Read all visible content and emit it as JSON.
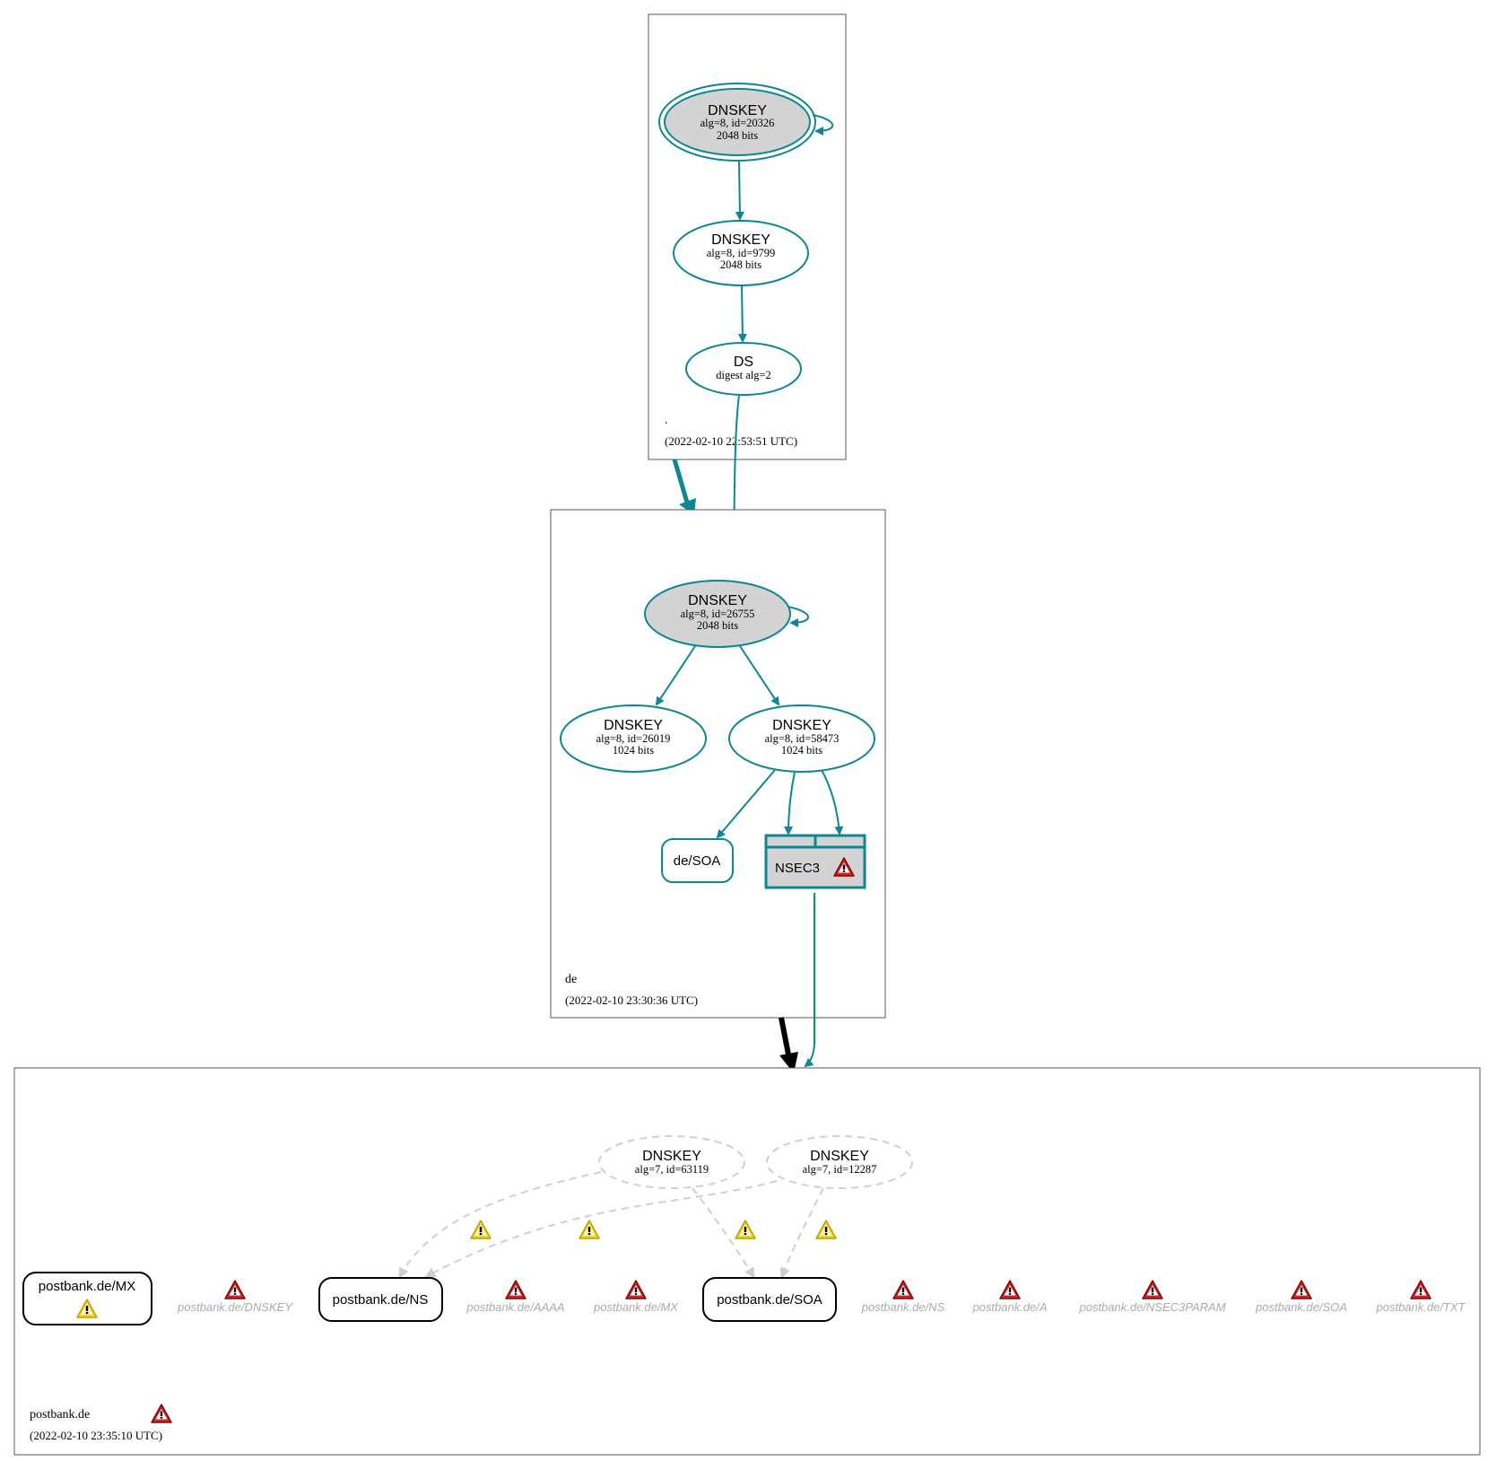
{
  "zones": {
    "root": {
      "name": ".",
      "timestamp": "(2022-02-10 22:53:51 UTC)",
      "nodes": {
        "ksk": {
          "title": "DNSKEY",
          "line1": "alg=8, id=20326",
          "line2": "2048 bits"
        },
        "zsk": {
          "title": "DNSKEY",
          "line1": "alg=8, id=9799",
          "line2": "2048 bits"
        },
        "ds": {
          "title": "DS",
          "line1": "digest alg=2"
        }
      }
    },
    "de": {
      "name": "de",
      "timestamp": "(2022-02-10 23:30:36 UTC)",
      "nodes": {
        "ksk": {
          "title": "DNSKEY",
          "line1": "alg=8, id=26755",
          "line2": "2048 bits"
        },
        "zsk1": {
          "title": "DNSKEY",
          "line1": "alg=8, id=26019",
          "line2": "1024 bits"
        },
        "zsk2": {
          "title": "DNSKEY",
          "line1": "alg=8, id=58473",
          "line2": "1024 bits"
        },
        "soa": {
          "label": "de/SOA"
        },
        "nsec3": {
          "label": "NSEC3"
        }
      }
    },
    "postbank": {
      "name": "postbank.de",
      "timestamp": "(2022-02-10 23:35:10 UTC)",
      "nodes": {
        "key1": {
          "title": "DNSKEY",
          "line1": "alg=7, id=63119"
        },
        "key2": {
          "title": "DNSKEY",
          "line1": "alg=7, id=12287"
        },
        "mx": {
          "label": "postbank.de/MX"
        },
        "ns": {
          "label": "postbank.de/NS"
        },
        "soa": {
          "label": "postbank.de/SOA"
        }
      },
      "missing": [
        "postbank.de/DNSKEY",
        "postbank.de/AAAA",
        "postbank.de/MX",
        "postbank.de/NS",
        "postbank.de/A",
        "postbank.de/NSEC3PARAM",
        "postbank.de/SOA",
        "postbank.de/TXT"
      ]
    }
  },
  "colors": {
    "secure": "#0e8696",
    "insecure": "#000000",
    "key_fill": "#d3d3d3",
    "dashed": "#cfcfcf",
    "warning": "#f0d22a",
    "error": "#c62828"
  },
  "icons": [
    "error-icon",
    "warning-icon"
  ]
}
